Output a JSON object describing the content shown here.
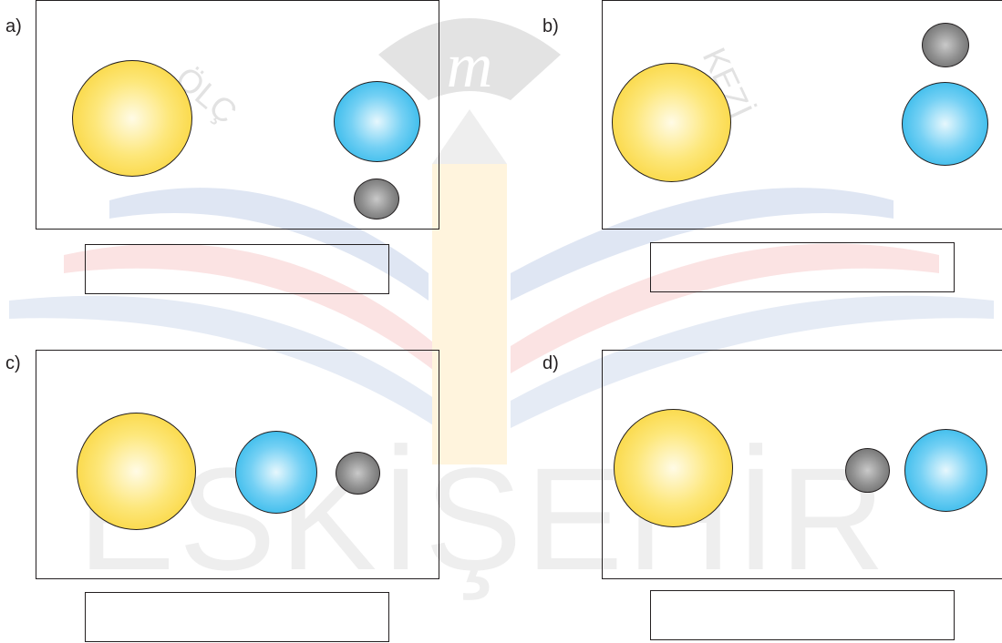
{
  "options": [
    {
      "label": "a)"
    },
    {
      "label": "b)"
    },
    {
      "label": "c)"
    },
    {
      "label": "d)"
    }
  ],
  "watermark": {
    "text": "ESKİŞEHİR",
    "arc_left": "ÖLÇ",
    "arc_right": "KEZİ",
    "logo_letter": "m"
  },
  "colors": {
    "sun": "#f8cd20",
    "earth": "#14aee6",
    "moon": "#6b6b6b",
    "stroke": "#231f20"
  }
}
